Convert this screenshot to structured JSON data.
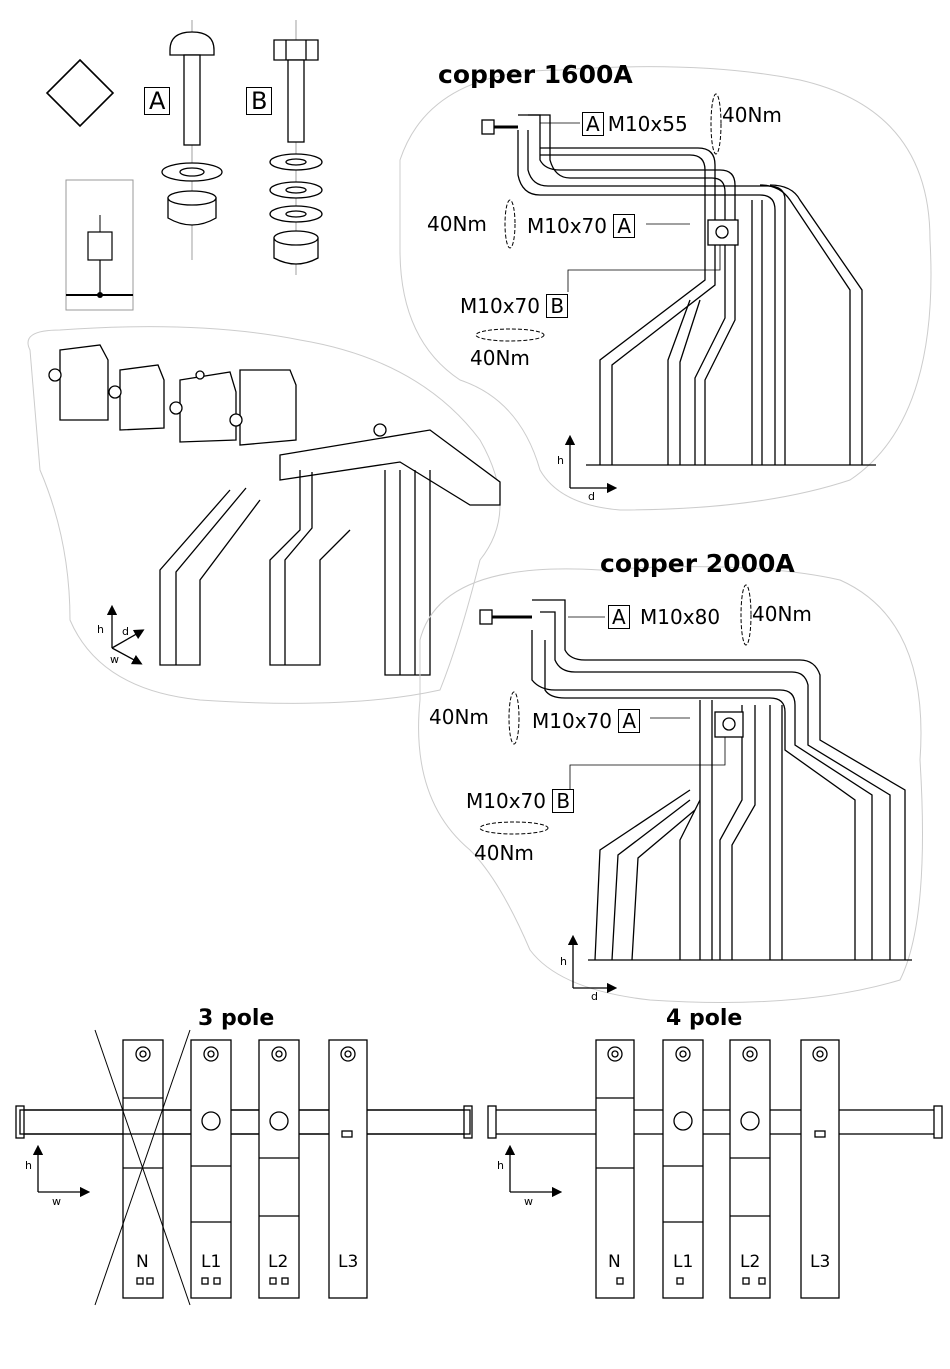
{
  "legend": {
    "bolt_a_label": "A",
    "bolt_b_label": "B"
  },
  "copper_1600": {
    "title": "copper 1600A",
    "top_ref": "A",
    "top_spec": "M10x55",
    "top_torque": "40Nm",
    "mid_torque": "40Nm",
    "mid_spec": "M10x70",
    "mid_ref": "A",
    "low_spec": "M10x70",
    "low_ref": "B",
    "low_torque": "40Nm",
    "axis_h": "h",
    "axis_d": "d"
  },
  "copper_2000": {
    "title": "copper 2000A",
    "top_ref": "A",
    "top_spec": "M10x80",
    "top_torque": "40Nm",
    "mid_torque": "40Nm",
    "mid_spec": "M10x70",
    "mid_ref": "A",
    "low_spec": "M10x70",
    "low_ref": "B",
    "low_torque": "40Nm",
    "axis_h": "h",
    "axis_d": "d"
  },
  "iso_view": {
    "axis_h": "h",
    "axis_d": "d",
    "axis_w": "w"
  },
  "three_pole": {
    "title": "3 pole",
    "poles": [
      "N",
      "L1",
      "L2",
      "L3"
    ],
    "axis_h": "h",
    "axis_w": "w"
  },
  "four_pole": {
    "title": "4 pole",
    "poles": [
      "N",
      "L1",
      "L2",
      "L3"
    ],
    "axis_h": "h",
    "axis_w": "w"
  }
}
